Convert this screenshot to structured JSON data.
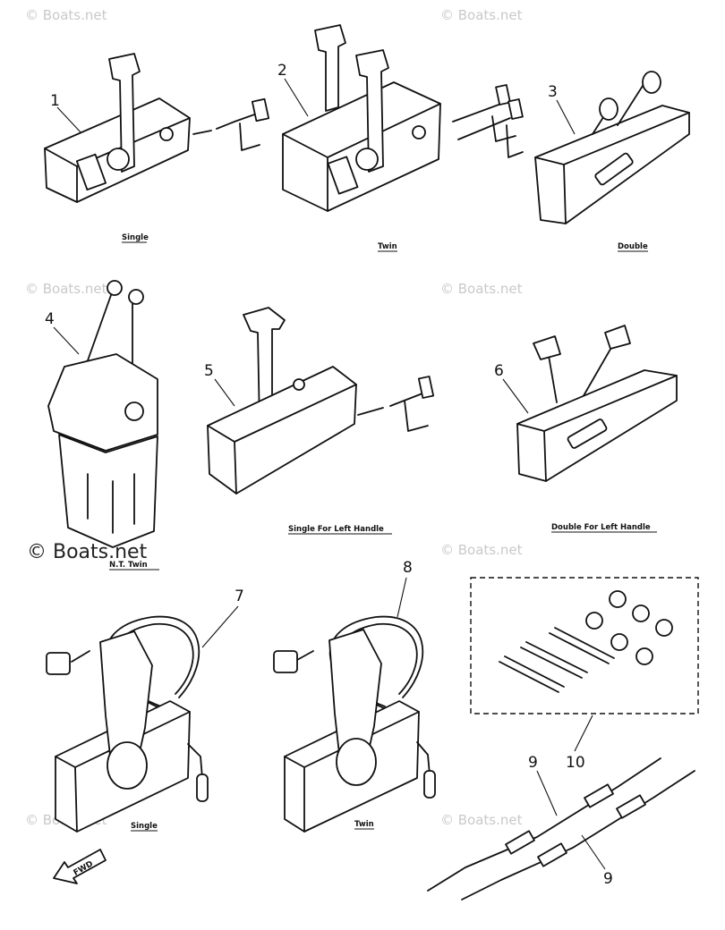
{
  "watermark": "© Boats.net",
  "parts": {
    "p1": {
      "number": "1",
      "caption": "Single"
    },
    "p2": {
      "number": "2",
      "caption": "Twin"
    },
    "p3": {
      "number": "3",
      "caption": "Double"
    },
    "p4": {
      "number": "4",
      "caption": "N.T.  Twin"
    },
    "p5": {
      "number": "5",
      "caption": "Single For Left Handle"
    },
    "p6": {
      "number": "6",
      "caption": "Double For Left Handle"
    },
    "p7": {
      "number": "7",
      "caption": "Single"
    },
    "p8": {
      "number": "8",
      "caption": "Twin"
    },
    "p9a": {
      "number": "9"
    },
    "p9b": {
      "number": "9"
    },
    "p10": {
      "number": "10"
    }
  },
  "fwd_label": "FWD"
}
